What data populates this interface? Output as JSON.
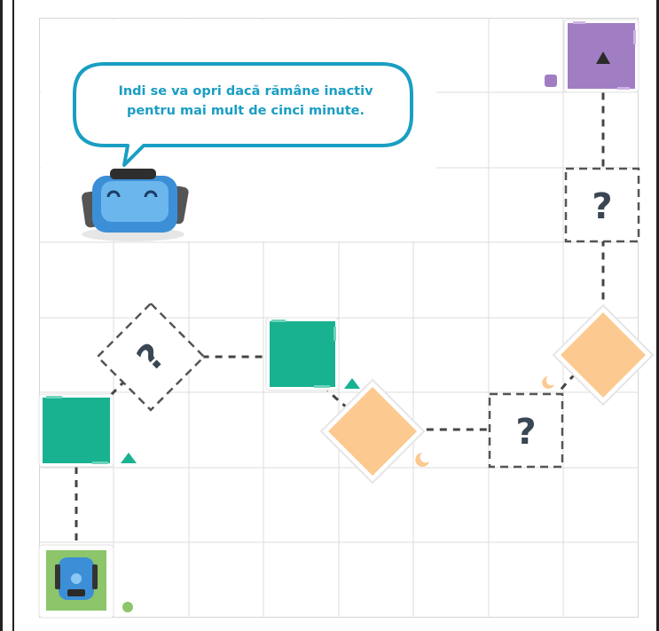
{
  "speech_bubble": {
    "line1": "Indi se va opri dacă rămâne inactiv",
    "line2": "pentru mai mult de cinci minute."
  },
  "board": {
    "grid_size": 8,
    "question_mark": "?",
    "tiles": [
      {
        "name": "start-tile",
        "type": "start",
        "color": "#8cc56a"
      },
      {
        "name": "green-tile-1",
        "type": "green-square",
        "color": "#18b291"
      },
      {
        "name": "question-tile-1",
        "type": "question",
        "color": "#ffffff"
      },
      {
        "name": "green-tile-2",
        "type": "green-square",
        "color": "#18b291"
      },
      {
        "name": "orange-tile-1",
        "type": "orange-diamond",
        "color": "#fcc990"
      },
      {
        "name": "question-tile-2",
        "type": "question",
        "color": "#ffffff"
      },
      {
        "name": "orange-tile-2",
        "type": "orange-diamond",
        "color": "#fcc990"
      },
      {
        "name": "question-tile-3",
        "type": "question",
        "color": "#ffffff"
      },
      {
        "name": "purple-tile",
        "type": "finish",
        "color": "#a17ec4"
      }
    ]
  },
  "colors": {
    "green": "#18b291",
    "orange": "#fcc990",
    "purple": "#a17ec4",
    "start_green": "#8cc56a",
    "robot_blue": "#3c8fd6",
    "bubble_blue": "#1a9ec3",
    "path": "#444444"
  },
  "icons": {
    "robot": "indi-robot-icon",
    "arrow": "arrow-up-icon",
    "triangle": "triangle-marker-icon",
    "moon": "crescent-marker-icon",
    "dot": "dot-marker-icon",
    "square": "square-marker-icon"
  }
}
